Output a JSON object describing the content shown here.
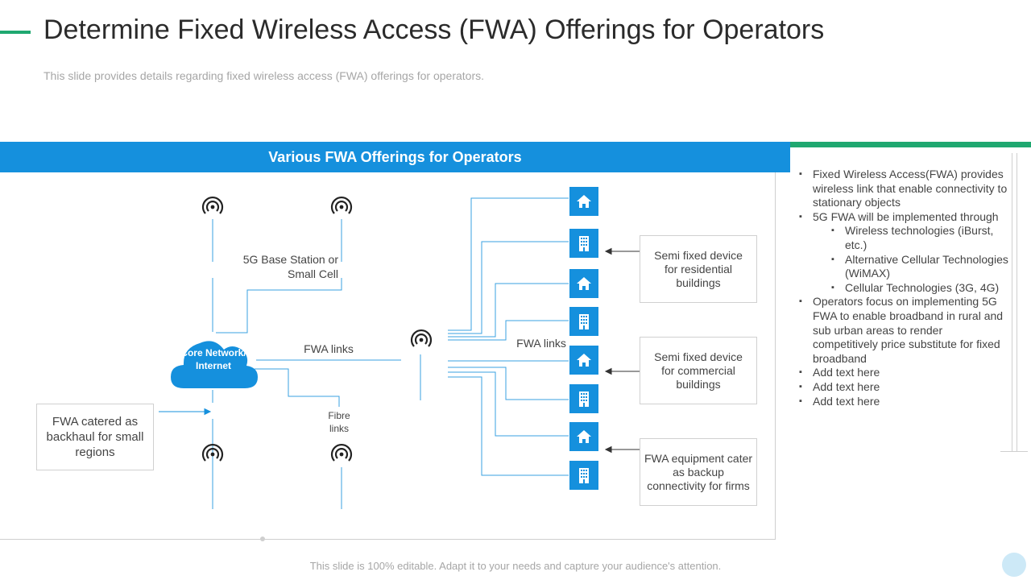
{
  "header": {
    "title": "Determine Fixed Wireless Access (FWA) Offerings for Operators",
    "subtitle": "This slide provides details regarding fixed wireless access (FWA) offerings for operators."
  },
  "diagram": {
    "banner_title": "Various FWA Offerings for Operators",
    "core_label": "Core Network/ Internet",
    "base_station_label": "5G Base Station or Small Cell",
    "fwa_links_left": "FWA links",
    "fwa_links_right": "FWA links",
    "fibre_links": "Fibre links",
    "backhaul_box": "FWA catered as backhaul for small regions",
    "residential_box": "Semi fixed device for residential buildings",
    "commercial_box": "Semi fixed device for commercial buildings",
    "backup_box": "FWA equipment cater as backup connectivity for firms",
    "endpoints": [
      "home-icon",
      "building-icon",
      "home-icon",
      "building-icon",
      "home-icon",
      "building-icon",
      "home-icon",
      "building-icon"
    ]
  },
  "sidebar": {
    "bullets": [
      "Fixed Wireless Access(FWA) provides wireless link that enable connectivity to stationary objects",
      "5G FWA will be implemented through"
    ],
    "sub_bullets": [
      "Wireless technologies (iBurst, etc.)",
      "Alternative Cellular Technologies (WiMAX)",
      "Cellular Technologies (3G, 4G)"
    ],
    "more_bullets": [
      "Operators focus on implementing 5G FWA to enable broadband in rural and sub urban areas to render competitively price substitute for fixed broadband",
      "Add text here",
      "Add text here",
      "Add text here"
    ]
  },
  "footer": {
    "text": "This slide is 100% editable. Adapt it to your needs and capture your audience's attention."
  },
  "colors": {
    "accent_blue": "#1590dd",
    "accent_green": "#1fa870"
  }
}
